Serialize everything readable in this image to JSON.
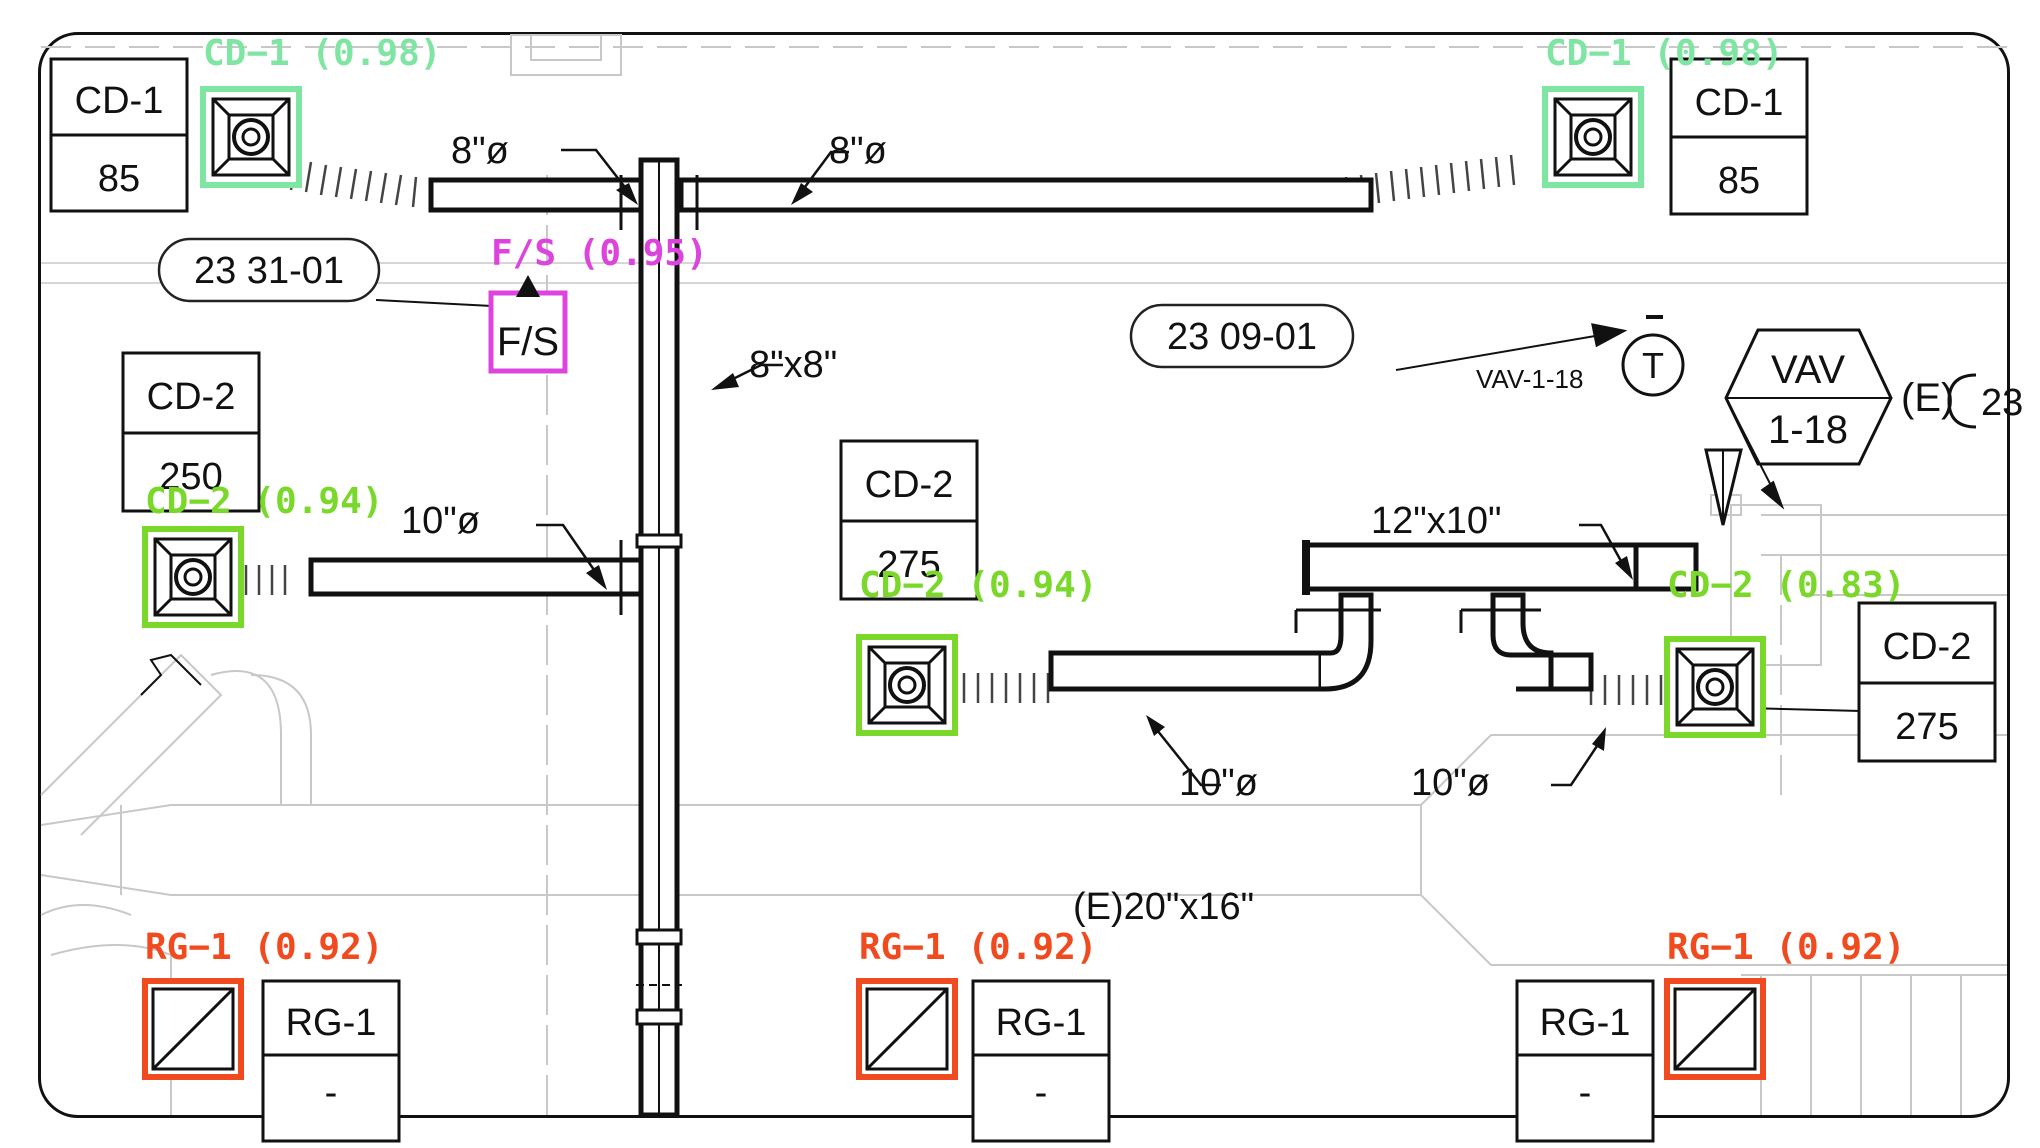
{
  "colors": {
    "cd1_det": "#7fe5a3",
    "cd2_det": "#7ad82a",
    "fs_det": "#dd44dd",
    "rg_det": "#f04a1e",
    "line": "#111111",
    "faint": "#c4c4c4"
  },
  "icons": {
    "diffuser": "square-diffuser-icon",
    "grille": "return-grille-icon",
    "fire_smoke_damper": "fire-smoke-damper-icon",
    "thermostat": "thermostat-icon",
    "vav_box": "vav-hexagon-icon"
  },
  "detections": {
    "cd1_left": "CD−1 (0.98)",
    "cd1_right": "CD−1 (0.98)",
    "fs": "F/S (0.95)",
    "cd2_left": "CD−2 (0.94)",
    "cd2_mid": "CD−2 (0.94)",
    "cd2_right": "CD−2 (0.83)",
    "rg_left": "RG−1 (0.92)",
    "rg_mid": "RG−1 (0.92)",
    "rg_right": "RG−1 (0.92)"
  },
  "tags": {
    "cd1_left": {
      "name": "CD-1",
      "cfm": "85"
    },
    "cd1_right": {
      "name": "CD-1",
      "cfm": "85"
    },
    "cd2_left": {
      "name": "CD-2",
      "cfm": "250"
    },
    "cd2_mid": {
      "name": "CD-2",
      "cfm": "275"
    },
    "cd2_right": {
      "name": "CD-2",
      "cfm": "275"
    },
    "rg_left": {
      "name": "RG-1",
      "cfm": "-"
    },
    "rg_mid": {
      "name": "RG-1",
      "cfm": "-"
    },
    "rg_right": {
      "name": "RG-1",
      "cfm": "-"
    }
  },
  "dimensions": {
    "duct_8_left": "8\"ø",
    "duct_8_right": "8\"ø",
    "duct_8x8": "8\"x8\"",
    "duct_10_left": "10\"ø",
    "duct_12x10": "12\"x10\"",
    "duct_10_mid": "10\"ø",
    "duct_10_right": "10\"ø",
    "existing_main": "(E)20\"x16\""
  },
  "callouts": {
    "spec_fire_damper": "23 31-01",
    "spec_controls": "23 09-01",
    "spec_cut": "23"
  },
  "fs_symbol": "F/S",
  "thermostat": {
    "symbol": "T",
    "label": "VAV-1-18"
  },
  "vav": {
    "line1": "VAV",
    "line2": "1-18",
    "existing": "(E)"
  }
}
